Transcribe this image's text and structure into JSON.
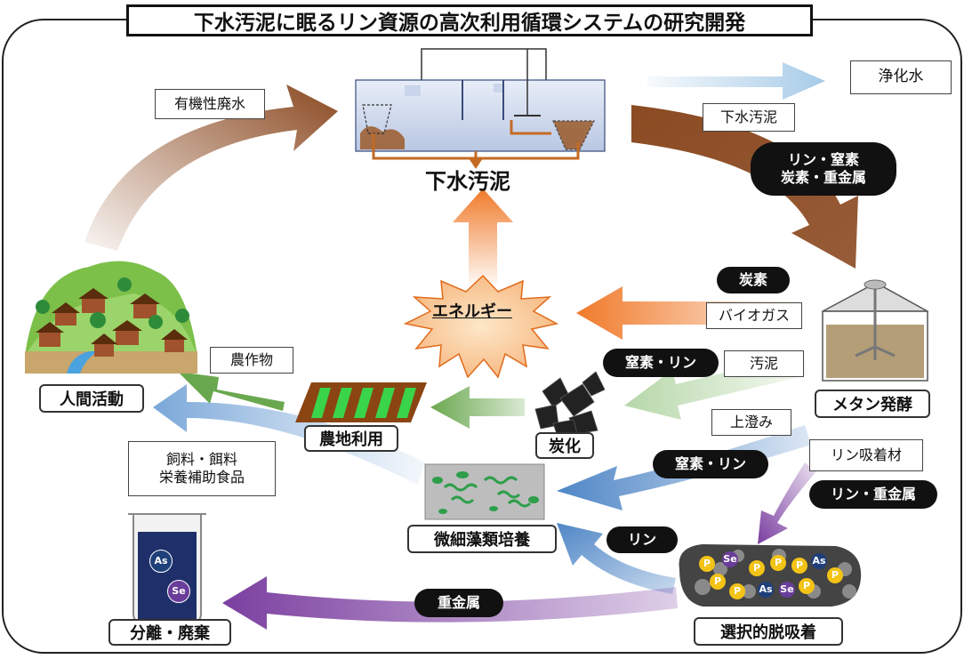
{
  "title": "下水汚泥に眠るリン資源の高次利用循環システムの研究開発",
  "nodes": {
    "sewage_sludge": "下水汚泥",
    "energy": "エネルギー",
    "human_activity": "人間活動",
    "farmland_use": "農地利用",
    "carbonization": "炭化",
    "methane_fermentation": "メタン発酵",
    "microalgae_culture": "微細藻類培養",
    "selective_adsorption": "選択的脱吸着",
    "separation_disposal": "分離・廃棄"
  },
  "boxes": {
    "organic_wastewater": "有機性廃水",
    "purified_water": "浄化水",
    "sewage_sludge_small": "下水汚泥",
    "biogas": "バイオガス",
    "sludge": "汚泥",
    "crops": "農作物",
    "supernatant": "上澄み",
    "p_adsorbent": "リン吸着材",
    "feed_line1": "飼料・餌料",
    "feed_line2": "栄養補助食品"
  },
  "pills": {
    "elements_line1": "リン・窒素",
    "elements_line2": "炭素・重金属",
    "carbon": "炭素",
    "nitrogen_phosphorus_1": "窒素・リン",
    "nitrogen_phosphorus_2": "窒素・リン",
    "phosphorus_heavy_metals": "リン・重金属",
    "phosphorus": "リン",
    "heavy_metals": "重金属"
  },
  "element_symbols": {
    "phosphorus": "P",
    "selenium": "Se",
    "arsenic": "As"
  },
  "colors": {
    "brown_arrow": "#8b4a22",
    "orange_arrow": "#f07a2a",
    "light_blue_arrow": "#a7cbe8",
    "blue_arrow": "#4f86c6",
    "green_arrow": "#6aa84f",
    "light_green_arrow": "#b6d7a8",
    "purple_arrow": "#7b3fa0",
    "phosphorus_ball": "#f3c316",
    "selenium_ball": "#6a3d9a",
    "arsenic_ball": "#1f3f7a"
  }
}
